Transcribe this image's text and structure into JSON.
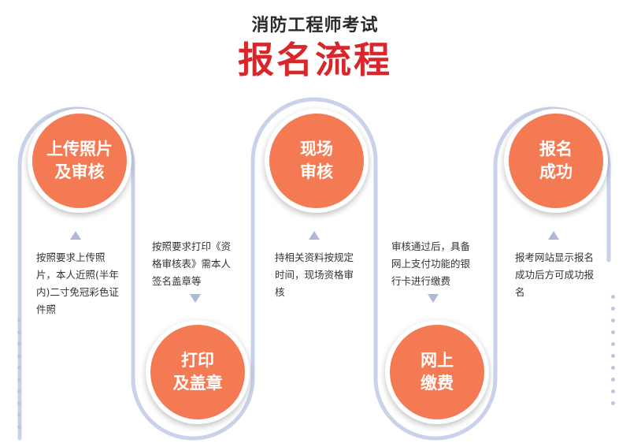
{
  "header": {
    "subtitle": "消防工程师考试",
    "title": "报名流程"
  },
  "steps": [
    {
      "label": "上传照片\n及审核",
      "desc": "按照要求上传照片，本人近照(半年内)二寸免冠彩色证件照"
    },
    {
      "label": "打印\n及盖章",
      "desc": "按照要求打印《资格审核表》需本人签名盖章等"
    },
    {
      "label": "现场\n审核",
      "desc": "持相关资料按规定时间，现场资格审核"
    },
    {
      "label": "网上\n缴费",
      "desc": "审核通过后，具备网上支付功能的银行卡进行缴费"
    },
    {
      "label": "报名\n成功",
      "desc": "报考网站显示报名成功后方可成功报名"
    }
  ],
  "colors": {
    "circle": "#f47a54",
    "track": "#c9d2ea",
    "title": "#d8262b",
    "arrow": "#aeb9d8"
  }
}
